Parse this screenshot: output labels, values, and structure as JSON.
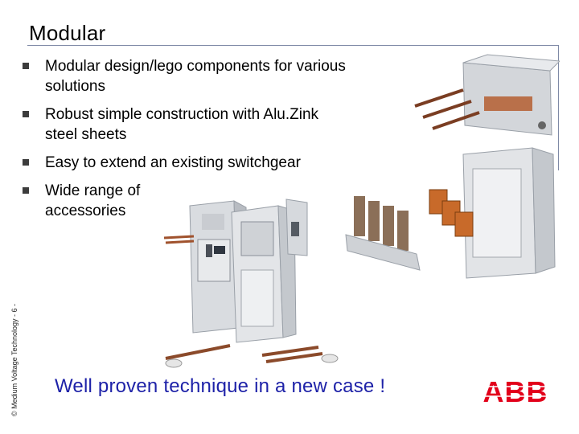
{
  "slide": {
    "title": "Modular",
    "copyright": "© Medium Voltage Technology - 6 -",
    "bullets": [
      "Modular design/lego components for various solutions",
      "Robust simple construction with Alu.Zink steel sheets",
      "Easy to extend an existing switchgear",
      "Wide range of accessories"
    ],
    "slogan": "Well proven technique in a new case !",
    "logo_text": "ABB",
    "colors": {
      "slogan": "#1e22a8",
      "logo": "#e2001a",
      "rule": "#7f8aa6"
    },
    "photos": [
      "switchgear-cabinets-photo",
      "exploded-components-photo"
    ]
  }
}
